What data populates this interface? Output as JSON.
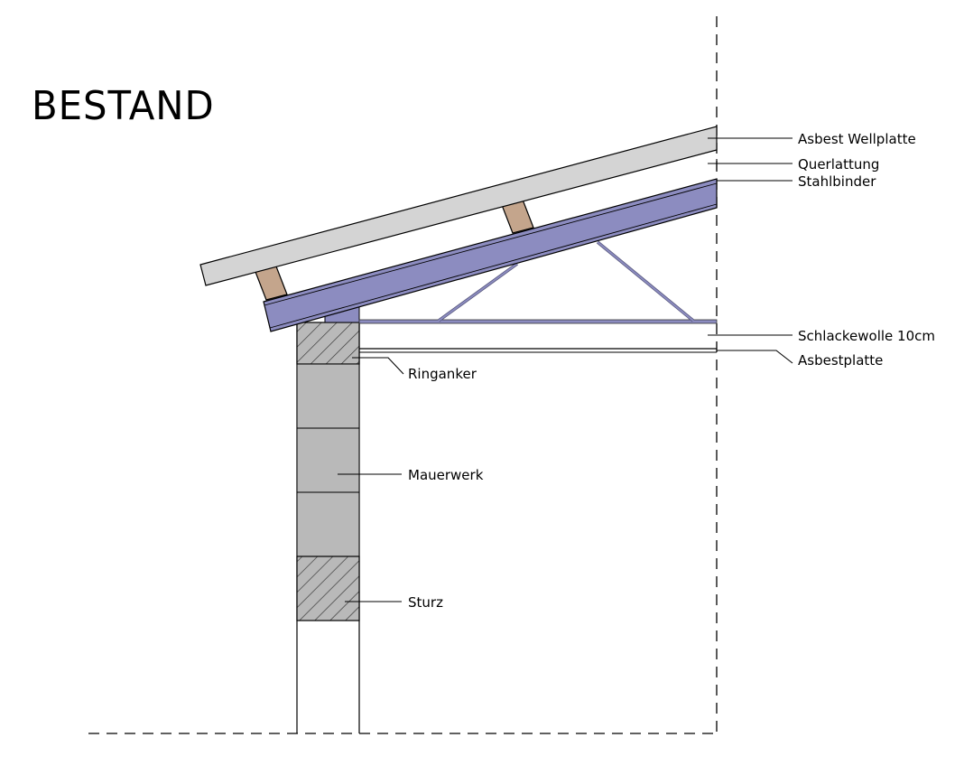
{
  "title": "BESTAND",
  "labels": {
    "asbest_wellplatte": "Asbest Wellplatte",
    "querlattung": "Querlattung",
    "stahlbinder": "Stahlbinder",
    "schlackewolle": "Schlackewolle 10cm",
    "asbestplatte": "Asbestplatte",
    "ringanker": "Ringanker",
    "mauerwerk": "Mauerwerk",
    "sturz": "Sturz"
  },
  "colors": {
    "roof_sheet": "#d4d4d4",
    "batten": "#c4a58c",
    "steel": "#8c8cc0",
    "masonry": "#b9b9b9",
    "outline": "#000000"
  }
}
